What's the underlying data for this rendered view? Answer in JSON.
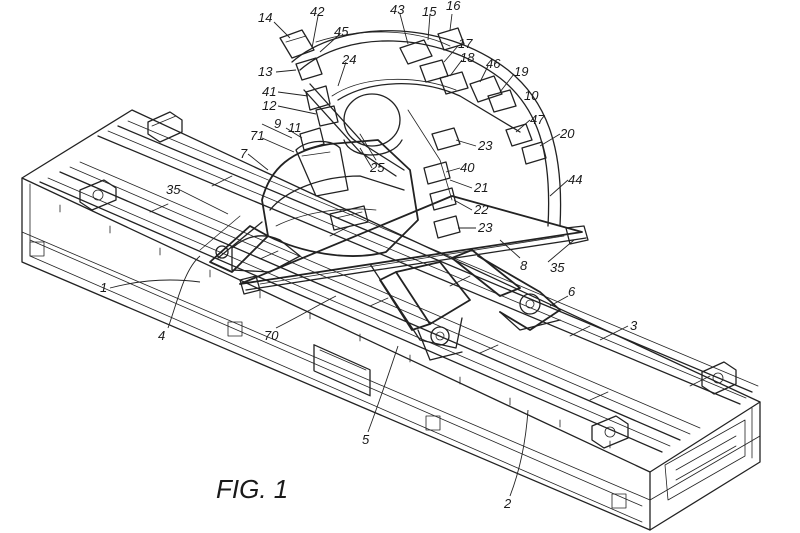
{
  "figure": {
    "caption": "FIG. 1",
    "reference_numerals": [
      {
        "id": "r14",
        "text": "14"
      },
      {
        "id": "r42",
        "text": "42"
      },
      {
        "id": "r43",
        "text": "43"
      },
      {
        "id": "r15",
        "text": "15"
      },
      {
        "id": "r16",
        "text": "16"
      },
      {
        "id": "r45",
        "text": "45"
      },
      {
        "id": "r17",
        "text": "17"
      },
      {
        "id": "r18",
        "text": "18"
      },
      {
        "id": "r46",
        "text": "46"
      },
      {
        "id": "r19",
        "text": "19"
      },
      {
        "id": "r24",
        "text": "24"
      },
      {
        "id": "r13",
        "text": "13"
      },
      {
        "id": "r10",
        "text": "10"
      },
      {
        "id": "r41",
        "text": "41"
      },
      {
        "id": "r12",
        "text": "12"
      },
      {
        "id": "r47",
        "text": "47"
      },
      {
        "id": "r9",
        "text": "9"
      },
      {
        "id": "r71",
        "text": "71"
      },
      {
        "id": "r11",
        "text": "11"
      },
      {
        "id": "r20",
        "text": "20"
      },
      {
        "id": "r23a",
        "text": "23"
      },
      {
        "id": "r7",
        "text": "7"
      },
      {
        "id": "r25",
        "text": "25"
      },
      {
        "id": "r40",
        "text": "40"
      },
      {
        "id": "r44",
        "text": "44"
      },
      {
        "id": "r21",
        "text": "21"
      },
      {
        "id": "r35a",
        "text": "35"
      },
      {
        "id": "r22",
        "text": "22"
      },
      {
        "id": "r23b",
        "text": "23"
      },
      {
        "id": "r8",
        "text": "8"
      },
      {
        "id": "r35b",
        "text": "35"
      },
      {
        "id": "r1",
        "text": "1"
      },
      {
        "id": "r6",
        "text": "6"
      },
      {
        "id": "r3",
        "text": "3"
      },
      {
        "id": "r4",
        "text": "4"
      },
      {
        "id": "r70",
        "text": "70"
      },
      {
        "id": "r5",
        "text": "5"
      },
      {
        "id": "r2",
        "text": "2"
      }
    ]
  }
}
